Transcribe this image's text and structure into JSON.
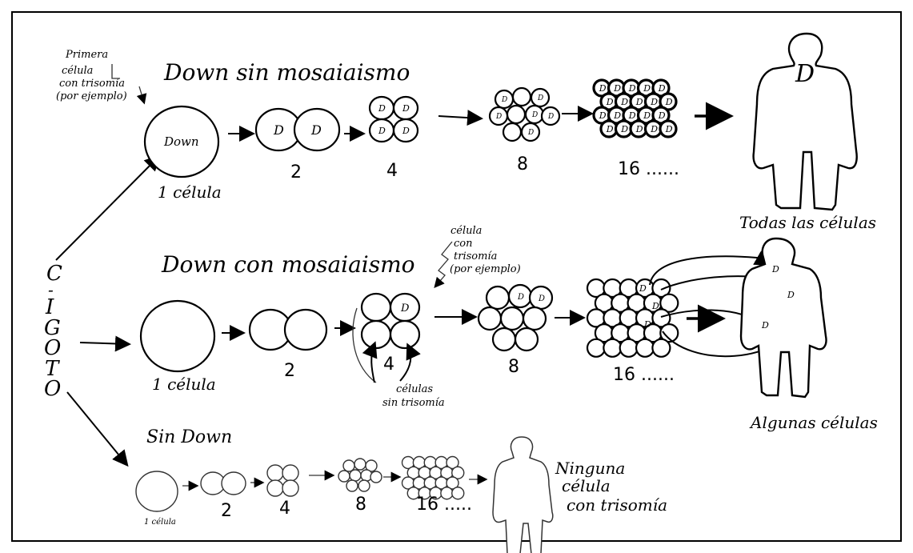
{
  "rows": {
    "top": {
      "title": "Down sin mosaiaismo",
      "first_cell_note": [
        "Primera",
        "célula",
        "con trisomía",
        "(por ejemplo)"
      ],
      "first_cell_label": "Down",
      "one_cell": "1 célula",
      "cell_mark": "D",
      "counts": [
        "2",
        "4",
        "8",
        "16 ......"
      ],
      "result": "Todas las células"
    },
    "middle": {
      "title": "Down con mosaiaismo",
      "note": [
        "célula",
        "con",
        "trisomía",
        "(por ejemplo)"
      ],
      "one_cell": "1 célula",
      "cell_mark": "D",
      "counts": [
        "2",
        "4",
        "8",
        "16 ......"
      ],
      "no_trisomy_note": [
        "células",
        "sin trisomía"
      ],
      "result": "Algunas células"
    },
    "bottom": {
      "title": "Sin Down",
      "one_cell": "1 célula",
      "counts": [
        "2",
        "4",
        "8",
        "16 ....."
      ],
      "result": [
        "Ninguna",
        "célula",
        "con trisomía"
      ]
    }
  },
  "zygote_label": [
    "C",
    "I",
    "G",
    "O",
    "T",
    "O"
  ]
}
